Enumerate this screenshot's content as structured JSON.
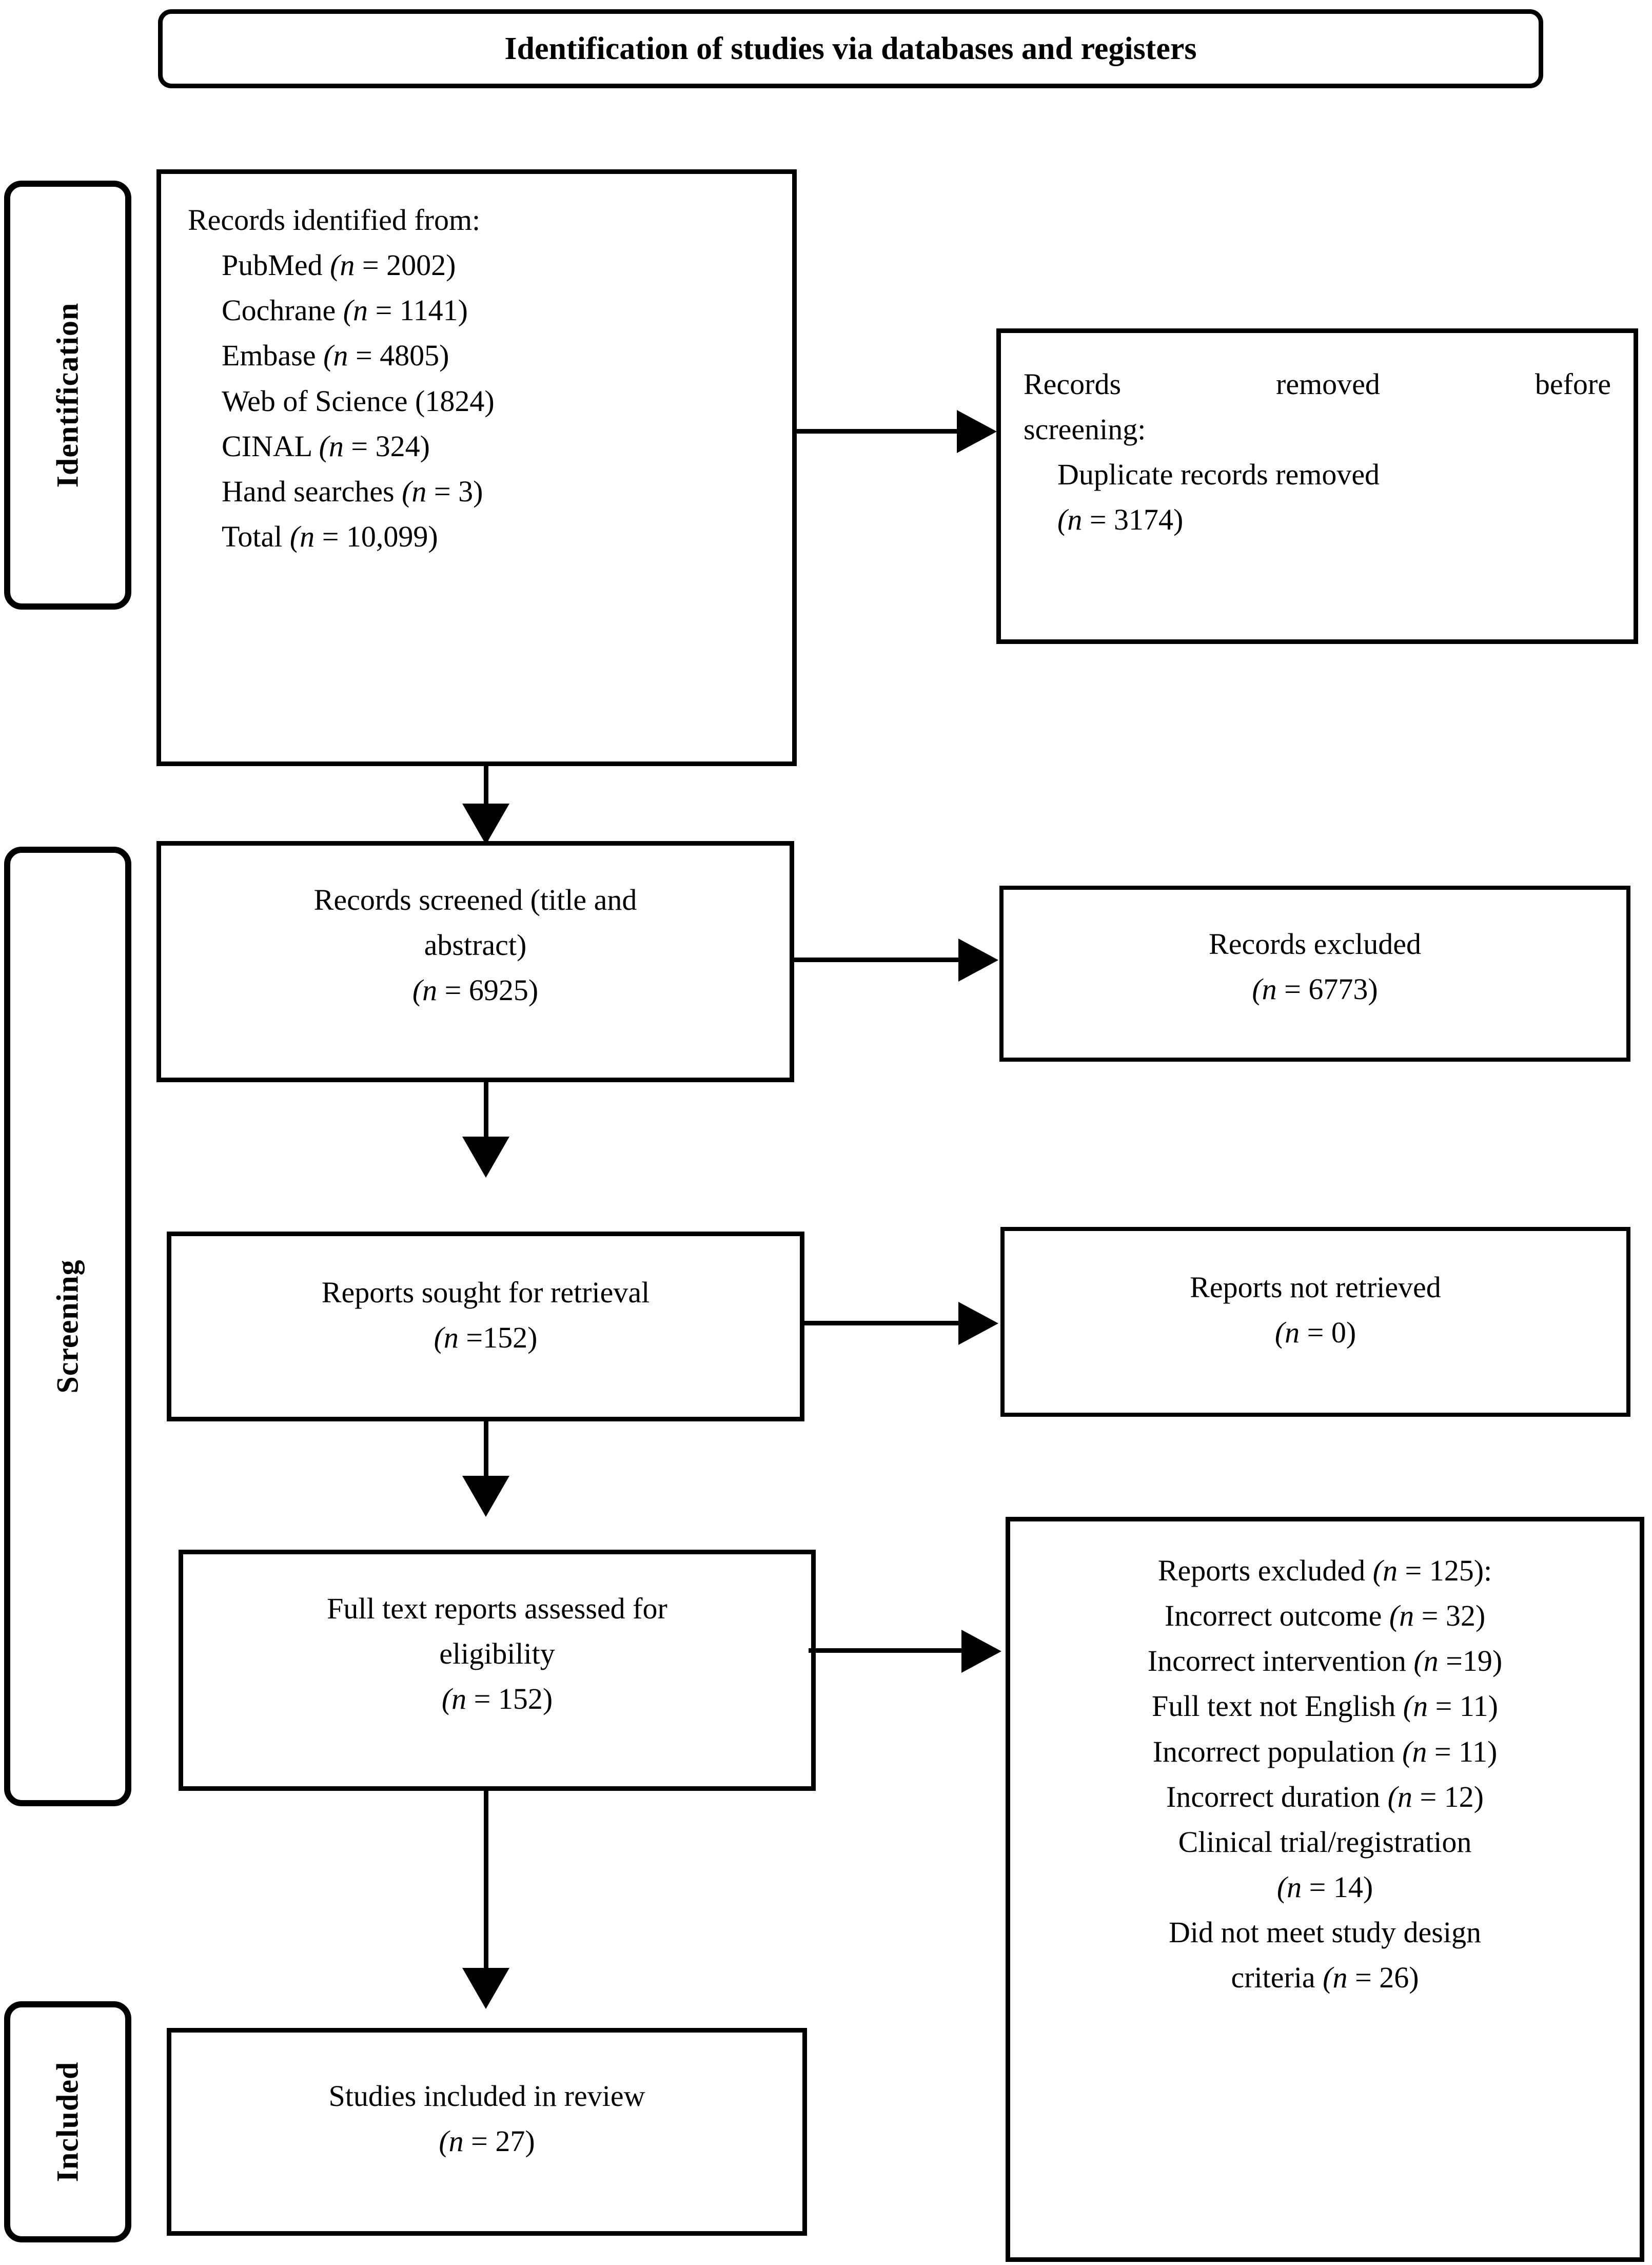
{
  "diagram": {
    "type": "prisma-flow-diagram",
    "title": "Identification of studies via databases and registers",
    "phases": [
      {
        "key": "identification",
        "label": "Identification"
      },
      {
        "key": "screening",
        "label": "Screening"
      },
      {
        "key": "included",
        "label": "Included"
      }
    ],
    "boxes": {
      "records_identified": {
        "heading": "Records identified from:",
        "sources": [
          {
            "name": "PubMed",
            "n_label": "(n = 2002)",
            "n": 2002
          },
          {
            "name": "Cochrane",
            "n_label": "(n = 1141)",
            "n": 1141
          },
          {
            "name": "Embase",
            "n_label": "(n = 4805)",
            "n": 4805
          },
          {
            "name": "Web of Science",
            "n_label": "(1824)",
            "n": 1824
          },
          {
            "name": "CINAL",
            "n_label": "(n = 324)",
            "n": 324
          },
          {
            "name": "Hand searches",
            "n_label": "(n = 3)",
            "n": 3
          },
          {
            "name": "Total",
            "n_label": "(n = 10,099)",
            "n": 10099
          }
        ]
      },
      "records_removed": {
        "line1": "Records removed before",
        "line2": "screening:",
        "line3": "Duplicate records removed",
        "line4": "(n = 3174)",
        "n": 3174
      },
      "records_screened": {
        "line1": "Records screened (title and",
        "line2": "abstract)",
        "line3": "(n = 6925)",
        "n": 6925
      },
      "records_excluded": {
        "line1": "Records excluded",
        "line2": "(n = 6773)",
        "n": 6773
      },
      "reports_sought": {
        "line1": "Reports sought for retrieval",
        "line2": "(n =152)",
        "n": 152
      },
      "reports_not_retrieved": {
        "line1": "Reports not retrieved",
        "line2": "(n = 0)",
        "n": 0
      },
      "fulltext_assessed": {
        "line1": "Full text reports assessed for",
        "line2": "eligibility",
        "line3": "(n = 152)",
        "n": 152
      },
      "reports_excluded": {
        "heading": "Reports excluded (n = 125):",
        "total": 125,
        "reasons": [
          {
            "label": "Incorrect outcome (n = 32)",
            "n": 32
          },
          {
            "label": "Incorrect intervention (n =19)",
            "n": 19
          },
          {
            "label": "Full text not English (n = 11)",
            "n": 11
          },
          {
            "label": "Incorrect population (n = 11)",
            "n": 11
          },
          {
            "label": "Incorrect duration (n = 12)",
            "n": 12
          },
          {
            "label": "Clinical trial/registration",
            "n": null
          },
          {
            "label": "(n = 14)",
            "n": 14
          },
          {
            "label": "Did not meet study design",
            "n": null
          },
          {
            "label": "criteria (n = 26)",
            "n": 26
          }
        ]
      },
      "studies_included": {
        "line1": "Studies included in review",
        "line2": "(n = 27)",
        "n": 27
      }
    },
    "colors": {
      "stroke": "#000000",
      "background": "#ffffff",
      "text": "#000000"
    }
  }
}
